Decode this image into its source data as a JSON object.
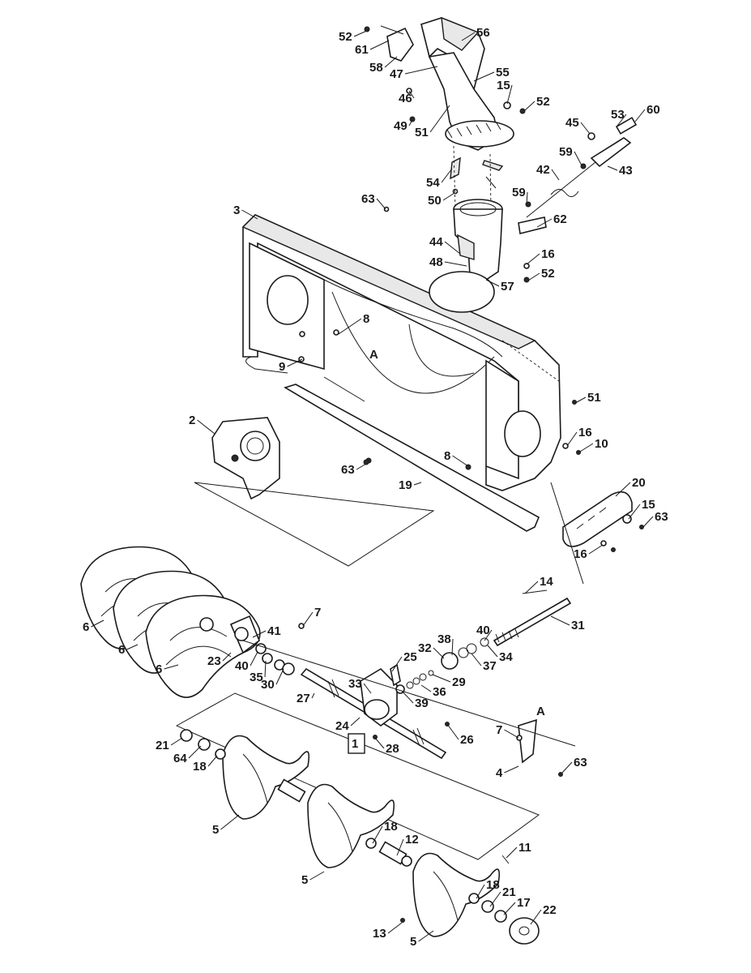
{
  "callouts": [
    {
      "id": "c52a",
      "text": "52"
    },
    {
      "id": "c61",
      "text": "61"
    },
    {
      "id": "c58",
      "text": "58"
    },
    {
      "id": "c56",
      "text": "56"
    },
    {
      "id": "c47",
      "text": "47"
    },
    {
      "id": "c55",
      "text": "55"
    },
    {
      "id": "c15a",
      "text": "15"
    },
    {
      "id": "c46",
      "text": "46"
    },
    {
      "id": "c52b",
      "text": "52"
    },
    {
      "id": "c49",
      "text": "49"
    },
    {
      "id": "c51a",
      "text": "51"
    },
    {
      "id": "c53",
      "text": "53"
    },
    {
      "id": "c60",
      "text": "60"
    },
    {
      "id": "c45",
      "text": "45"
    },
    {
      "id": "c59a",
      "text": "59"
    },
    {
      "id": "c43",
      "text": "43"
    },
    {
      "id": "c42",
      "text": "42"
    },
    {
      "id": "c54",
      "text": "54"
    },
    {
      "id": "c50",
      "text": "50"
    },
    {
      "id": "c59b",
      "text": "59"
    },
    {
      "id": "c63a",
      "text": "63"
    },
    {
      "id": "c62",
      "text": "62"
    },
    {
      "id": "c3",
      "text": "3"
    },
    {
      "id": "c44",
      "text": "44"
    },
    {
      "id": "c16a",
      "text": "16"
    },
    {
      "id": "c48",
      "text": "48"
    },
    {
      "id": "c52c",
      "text": "52"
    },
    {
      "id": "c57",
      "text": "57"
    },
    {
      "id": "c8a",
      "text": "8"
    },
    {
      "id": "cA1",
      "text": "A"
    },
    {
      "id": "c9",
      "text": "9"
    },
    {
      "id": "c51b",
      "text": "51"
    },
    {
      "id": "c2",
      "text": "2"
    },
    {
      "id": "c16b",
      "text": "16"
    },
    {
      "id": "c10",
      "text": "10"
    },
    {
      "id": "c63b",
      "text": "63"
    },
    {
      "id": "c8b",
      "text": "8"
    },
    {
      "id": "c19",
      "text": "19"
    },
    {
      "id": "c20",
      "text": "20"
    },
    {
      "id": "c15b",
      "text": "15"
    },
    {
      "id": "c63c",
      "text": "63"
    },
    {
      "id": "c16c",
      "text": "16"
    },
    {
      "id": "c14",
      "text": "14"
    },
    {
      "id": "c31",
      "text": "31"
    },
    {
      "id": "c6a",
      "text": "6"
    },
    {
      "id": "c7a",
      "text": "7"
    },
    {
      "id": "c41",
      "text": "41"
    },
    {
      "id": "c6b",
      "text": "6"
    },
    {
      "id": "c23",
      "text": "23"
    },
    {
      "id": "c40a",
      "text": "40"
    },
    {
      "id": "c38",
      "text": "38"
    },
    {
      "id": "c40b",
      "text": "40"
    },
    {
      "id": "c34",
      "text": "34"
    },
    {
      "id": "c6c",
      "text": "6"
    },
    {
      "id": "c32",
      "text": "32"
    },
    {
      "id": "c37",
      "text": "37"
    },
    {
      "id": "c25",
      "text": "25"
    },
    {
      "id": "c35",
      "text": "35"
    },
    {
      "id": "c29",
      "text": "29"
    },
    {
      "id": "c30",
      "text": "30"
    },
    {
      "id": "c33",
      "text": "33"
    },
    {
      "id": "c36",
      "text": "36"
    },
    {
      "id": "c27",
      "text": "27"
    },
    {
      "id": "c39",
      "text": "39"
    },
    {
      "id": "c24",
      "text": "24"
    },
    {
      "id": "cA2",
      "text": "A"
    },
    {
      "id": "c26",
      "text": "26"
    },
    {
      "id": "c7b",
      "text": "7"
    },
    {
      "id": "c1",
      "text": "1"
    },
    {
      "id": "c28",
      "text": "28"
    },
    {
      "id": "c21a",
      "text": "21"
    },
    {
      "id": "c64",
      "text": "64"
    },
    {
      "id": "c18a",
      "text": "18"
    },
    {
      "id": "c4",
      "text": "4"
    },
    {
      "id": "c63d",
      "text": "63"
    },
    {
      "id": "c5a",
      "text": "5"
    },
    {
      "id": "c18b",
      "text": "18"
    },
    {
      "id": "c12",
      "text": "12"
    },
    {
      "id": "c11",
      "text": "11"
    },
    {
      "id": "c5b",
      "text": "5"
    },
    {
      "id": "c18c",
      "text": "18"
    },
    {
      "id": "c21b",
      "text": "21"
    },
    {
      "id": "c17",
      "text": "17"
    },
    {
      "id": "c22",
      "text": "22"
    },
    {
      "id": "c13",
      "text": "13"
    },
    {
      "id": "c5c",
      "text": "5"
    }
  ]
}
